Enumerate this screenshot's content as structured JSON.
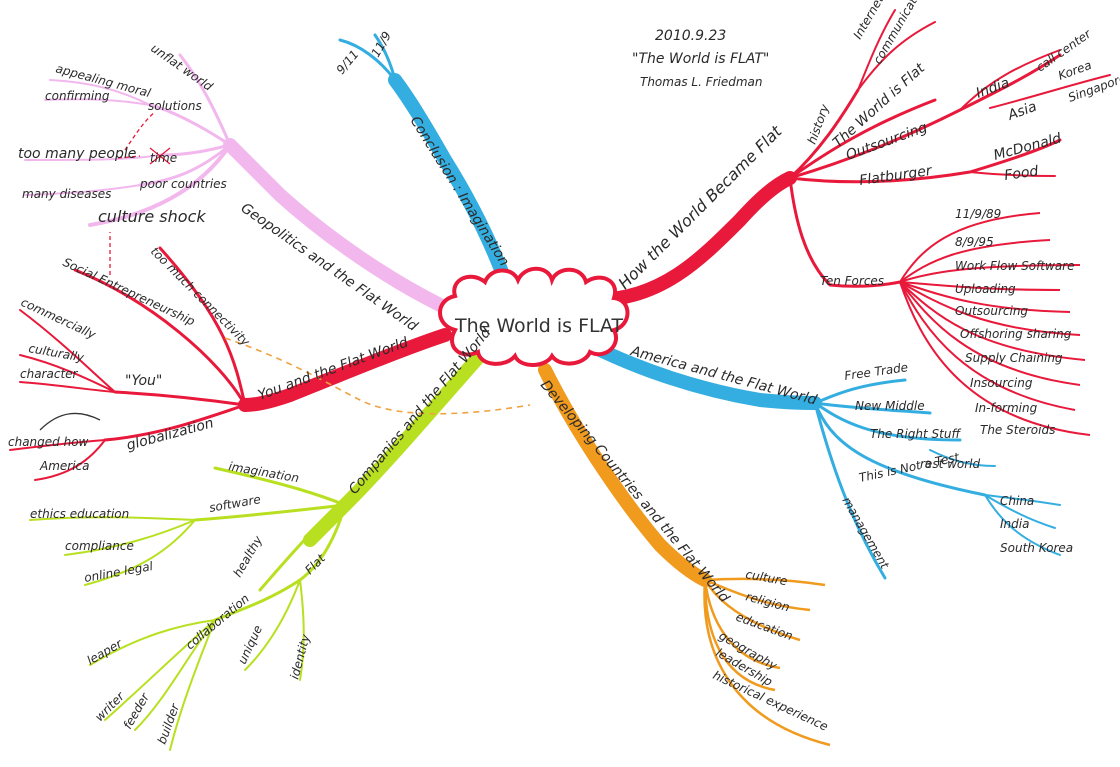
{
  "header": {
    "date": "2010.9.23",
    "book_title": "\"The World is FLAT\"",
    "author": "Thomas L. Friedman"
  },
  "center": {
    "label": "The World is FLAT"
  },
  "colors": {
    "red": "#e8193a",
    "blue": "#34aee0",
    "green": "#b8e020",
    "orange": "#f09a1e",
    "pink": "#f2b8ee",
    "dashed": "#f2a040"
  },
  "branches": {
    "how_flat": {
      "label": "How the World Became Flat",
      "history": "history",
      "internet": "Internet",
      "communication": "communication",
      "the_world_is_flat": "The World is Flat",
      "outsourcing": "Outsourcing",
      "india": "India",
      "call_center": "call center",
      "asia": "Asia",
      "korea": "Korea",
      "singapore": "Singapore",
      "flatburger": "Flatburger",
      "mcdonald": "McDonald",
      "food": "Food",
      "ten_forces": "Ten Forces",
      "forces": [
        "11/9/89",
        "8/9/95",
        "Work Flow Software",
        "Uploading",
        "Outsourcing",
        "Offshoring sharing",
        "Supply Chaining",
        "Insourcing",
        "In-forming",
        "The Steroids"
      ]
    },
    "america": {
      "label": "America and the Flat World",
      "free_trade": "Free Trade",
      "new_middle": "New Middle",
      "right_stuff": "The Right Stuff",
      "rest_world": "rest world",
      "not_a_test": "This is Not a Test",
      "management": "management",
      "china": "China",
      "india": "India",
      "south_korea": "South Korea"
    },
    "developing": {
      "label": "Developing Countries and the Flat World",
      "items": [
        "culture",
        "religion",
        "education",
        "geography",
        "leadership",
        "historical experience"
      ]
    },
    "companies": {
      "label": "Companies and the Flat World",
      "imagination": "imagination",
      "software": "software",
      "ethics_education": "ethics education",
      "compliance": "compliance",
      "online_legal": "online legal",
      "healthy": "healthy",
      "flat": "Flat",
      "collaboration": "collaboration",
      "leaper": "leaper",
      "writer": "writer",
      "feeder": "feeder",
      "builder": "builder",
      "unique": "unique",
      "identity": "identity"
    },
    "you": {
      "label": "You and the Flat World",
      "too_much_connectivity": "too much connectivity",
      "social_entrepreneurship": "Social Entrepreneurship",
      "you_quote": "\"You\"",
      "commercially": "commercially",
      "culturally": "culturally",
      "character": "character",
      "globalization": "globalization",
      "changed_how": "changed how",
      "america": "America"
    },
    "geopolitics": {
      "label": "Geopolitics and the Flat World",
      "unflat_world": "unflat world",
      "appealing_moral": "appealing moral",
      "confirming": "confirming",
      "solutions": "solutions",
      "too_many_people": "too many people",
      "time": "time",
      "poor_countries": "poor countries",
      "many_diseases": "many diseases",
      "culture_shock": "culture shock"
    },
    "conclusion": {
      "label": "Conclusion : Imagination",
      "nine_eleven": "9/11",
      "eleven_nine": "11/9"
    }
  }
}
